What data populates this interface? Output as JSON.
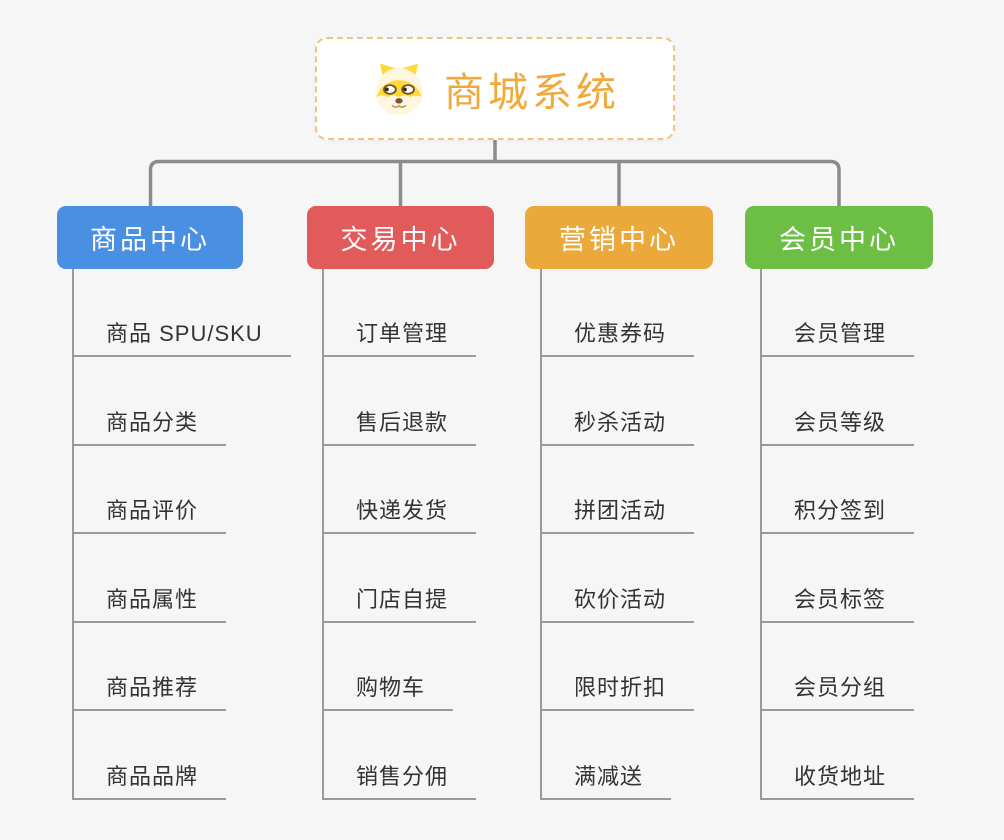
{
  "root": {
    "label": "商城系统",
    "icon": "doge-icon",
    "text_color": "#F2A93B",
    "border_color": "#F3C27E"
  },
  "connectors": {
    "trunk_color": "#8C8C8C",
    "child_line_color": "#9A9A9A"
  },
  "branches": [
    {
      "label": "商品中心",
      "color": "#4A90E2",
      "items": [
        "商品 SPU/SKU",
        "商品分类",
        "商品评价",
        "商品属性",
        "商品推荐",
        "商品品牌"
      ]
    },
    {
      "label": "交易中心",
      "color": "#E25B5B",
      "items": [
        "订单管理",
        "售后退款",
        "快递发货",
        "门店自提",
        "购物车",
        "销售分佣"
      ]
    },
    {
      "label": "营销中心",
      "color": "#EBA93C",
      "items": [
        "优惠券码",
        "秒杀活动",
        "拼团活动",
        "砍价活动",
        "限时折扣",
        "满减送"
      ]
    },
    {
      "label": "会员中心",
      "color": "#6CBE45",
      "items": [
        "会员管理",
        "会员等级",
        "积分签到",
        "会员标签",
        "会员分组",
        "收货地址"
      ]
    }
  ]
}
